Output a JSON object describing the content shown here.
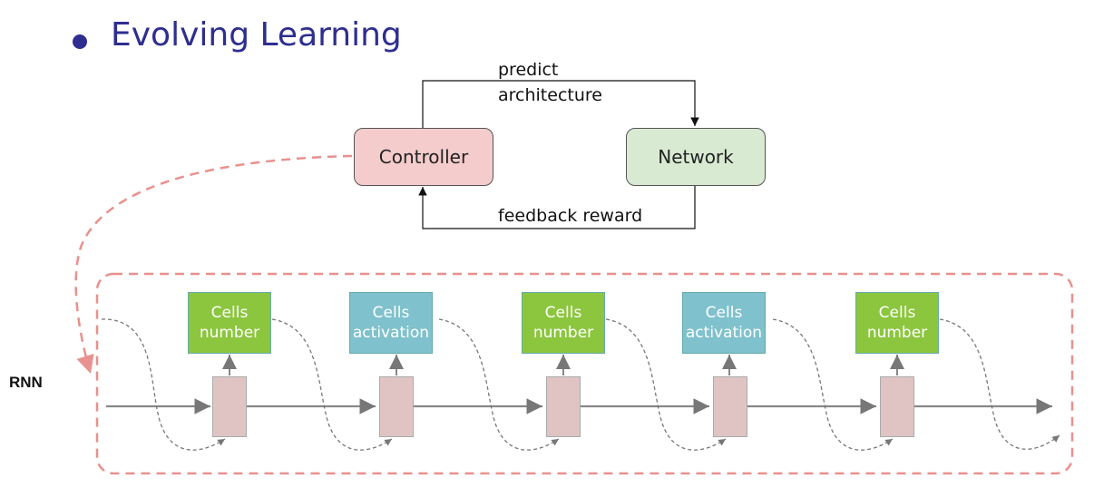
{
  "title": "Evolving Learning",
  "diagram": {
    "controller": "Controller",
    "network": "Network",
    "edge_top_line1": "predict",
    "edge_top_line2": "architecture",
    "edge_bottom": "feedback reward",
    "rnn_label": "RNN",
    "cells": [
      {
        "label": "Cells\nnumber",
        "kind": "number",
        "color": "#8cc63f"
      },
      {
        "label": "Cells\nactivation",
        "kind": "activation",
        "color": "#7fc1cc"
      },
      {
        "label": "Cells\nnumber",
        "kind": "number",
        "color": "#8cc63f"
      },
      {
        "label": "Cells\nactivation",
        "kind": "activation",
        "color": "#7fc1cc"
      },
      {
        "label": "Cells\nnumber",
        "kind": "number",
        "color": "#8cc63f"
      }
    ],
    "colors": {
      "title": "#2e2e8f",
      "controller_fill": "#f4cccc",
      "network_fill": "#d9ead3",
      "dashed_outline": "#e8918e",
      "rnn_unit_fill": "#e0c4c4"
    }
  }
}
